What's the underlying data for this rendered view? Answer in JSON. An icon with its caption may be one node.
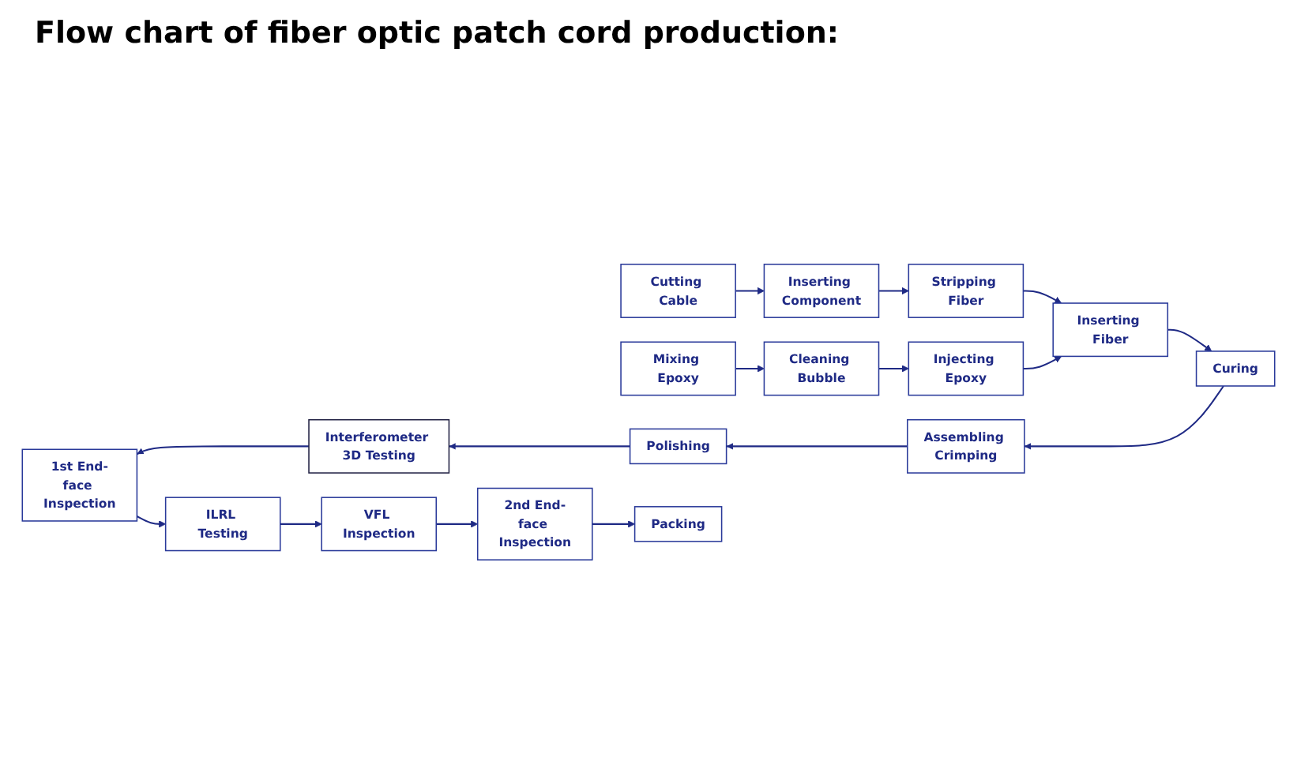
{
  "diagram": {
    "title": "Flow chart of fiber optic patch cord production:",
    "nodes": [
      {
        "text": [
          "Cutting Cable"
        ]
      },
      {
        "text": [
          "Inserting Component"
        ]
      },
      {
        "text": [
          "Stripping Fiber"
        ]
      },
      {
        "text": [
          "Inserting Fiber"
        ]
      },
      {
        "text": [
          "Mixing Epoxy"
        ]
      },
      {
        "text": [
          "Cleaning Bubble"
        ]
      },
      {
        "text": [
          "Injecting Epoxy"
        ]
      },
      {
        "text": [
          "Curing"
        ]
      },
      {
        "text": [
          "1st End-face Inspection"
        ]
      },
      {
        "text": [
          "Interferometer 3D Testing"
        ]
      },
      {
        "text": [
          "Polishing"
        ]
      },
      {
        "text": [
          "Assembling Crimping"
        ]
      },
      {
        "text": [
          "ILRL Testing"
        ]
      },
      {
        "text": [
          "VFL Inspection"
        ]
      },
      {
        "text": [
          "2nd End-face Inspection"
        ]
      },
      {
        "text": [
          "Packing"
        ]
      }
    ],
    "edges": [
      {
        "from": 0,
        "to": 1,
        "arrow": "to"
      },
      {
        "from": 1,
        "to": 2,
        "arrow": "to"
      },
      {
        "from": 2,
        "to": 3,
        "arrow": "to"
      },
      {
        "from": 4,
        "to": 5,
        "arrow": "to"
      },
      {
        "from": 5,
        "to": 6,
        "arrow": "to"
      },
      {
        "from": 6,
        "to": 3,
        "arrow": "to"
      },
      {
        "from": 3,
        "to": 7,
        "arrow": "to"
      },
      {
        "from": 7,
        "to": 11,
        "arrow": "to"
      },
      {
        "from": 11,
        "to": 10,
        "arrow": "to"
      },
      {
        "from": 10,
        "to": 9,
        "arrow": "to"
      },
      {
        "from": 9,
        "to": 8,
        "arrow": "to"
      },
      {
        "from": 8,
        "to": 12,
        "arrow": "to"
      },
      {
        "from": 12,
        "to": 13,
        "arrow": "to"
      },
      {
        "from": 13,
        "to": 14,
        "arrow": "to"
      },
      {
        "from": 14,
        "to": 15,
        "arrow": "to"
      }
    ]
  }
}
